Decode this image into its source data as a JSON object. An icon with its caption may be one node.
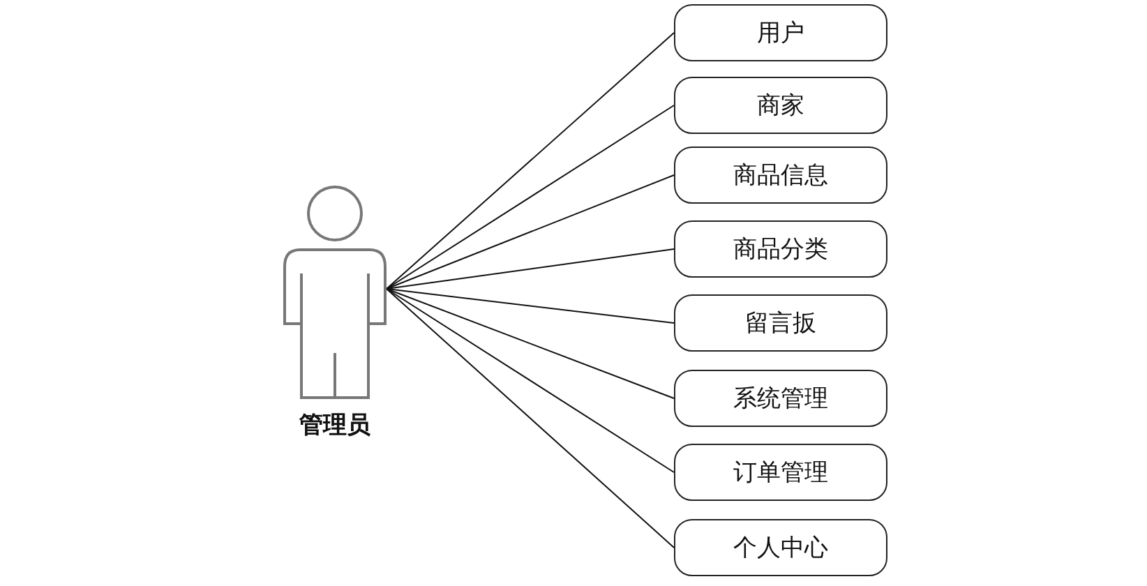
{
  "diagram": {
    "nodes": [
      {
        "text": [
          "管理员"
        ]
      },
      {
        "text": [
          "用户"
        ]
      },
      {
        "text": [
          "商家"
        ]
      },
      {
        "text": [
          "商品信息"
        ]
      },
      {
        "text": [
          "商品分类"
        ]
      },
      {
        "text": [
          "留言扳"
        ]
      },
      {
        "text": [
          "系统管理"
        ]
      },
      {
        "text": [
          "订单管理"
        ]
      },
      {
        "text": [
          "个人中心"
        ]
      }
    ],
    "edges": [
      {
        "from": 0,
        "to": 1,
        "arrow": "none"
      },
      {
        "from": 0,
        "to": 2,
        "arrow": "none"
      },
      {
        "from": 0,
        "to": 3,
        "arrow": "none"
      },
      {
        "from": 0,
        "to": 4,
        "arrow": "none"
      },
      {
        "from": 0,
        "to": 5,
        "arrow": "none"
      },
      {
        "from": 0,
        "to": 6,
        "arrow": "none"
      },
      {
        "from": 0,
        "to": 7,
        "arrow": "none"
      },
      {
        "from": 0,
        "to": 8,
        "arrow": "none"
      }
    ]
  }
}
